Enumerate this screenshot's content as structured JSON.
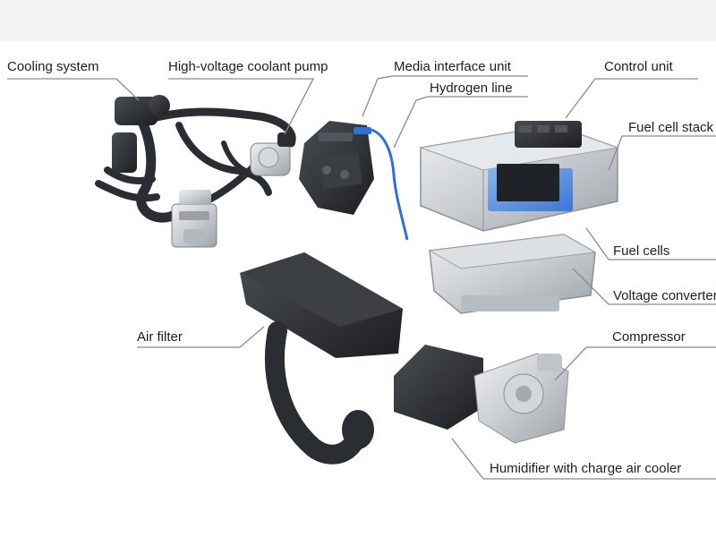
{
  "diagram": {
    "labels": {
      "cooling_system": "Cooling system",
      "coolant_pump": "High-voltage coolant pump",
      "media_interface": "Media interface unit",
      "hydrogen_line": "Hydrogen line",
      "control_unit": "Control unit",
      "fuel_cell_stack": "Fuel cell stack",
      "fuel_cells": "Fuel cells",
      "voltage_converter": "Voltage converter",
      "air_filter": "Air filter",
      "compressor": "Compressor",
      "humidifier": "Humidifier with charge air cooler"
    },
    "colors": {
      "background": "#ffffff",
      "top_band": "#f3f3f3",
      "leader_line": "#8a8a8a",
      "label_text": "#1e1e1e",
      "dark_component": "#2a2d31",
      "metal_component": "#c9cdd1",
      "hydrogen_blue": "#2f6fd6",
      "fuel_cell_blue": "#4c8fe0"
    }
  }
}
